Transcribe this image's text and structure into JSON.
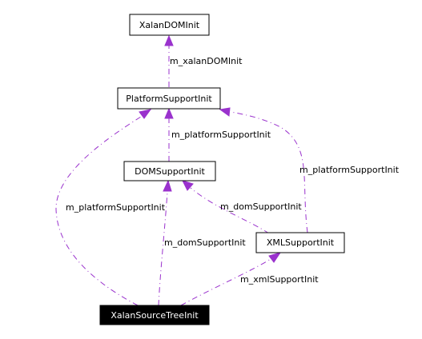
{
  "colors": {
    "edge": "#9a32cd",
    "node_border": "#000000",
    "node_fill": "#ffffff",
    "highlight_fill": "#000000",
    "highlight_text": "#ffffff"
  },
  "nodes": {
    "xalan_dom_init": "XalanDOMInit",
    "platform_support_init": "PlatformSupportInit",
    "dom_support_init": "DOMSupportInit",
    "xml_support_init": "XMLSupportInit",
    "xalan_source_tree_init": "XalanSourceTreeInit"
  },
  "edges": {
    "platform_to_xalandom": "m_xalanDOMInit",
    "dom_to_platform": "m_platformSupportInit",
    "xml_to_platform": "m_platformSupportInit",
    "xml_to_dom": "m_domSupportInit",
    "source_to_platform": "m_platformSupportInit",
    "source_to_dom": "m_domSupportInit",
    "source_to_xml": "m_xmlSupportInit"
  }
}
